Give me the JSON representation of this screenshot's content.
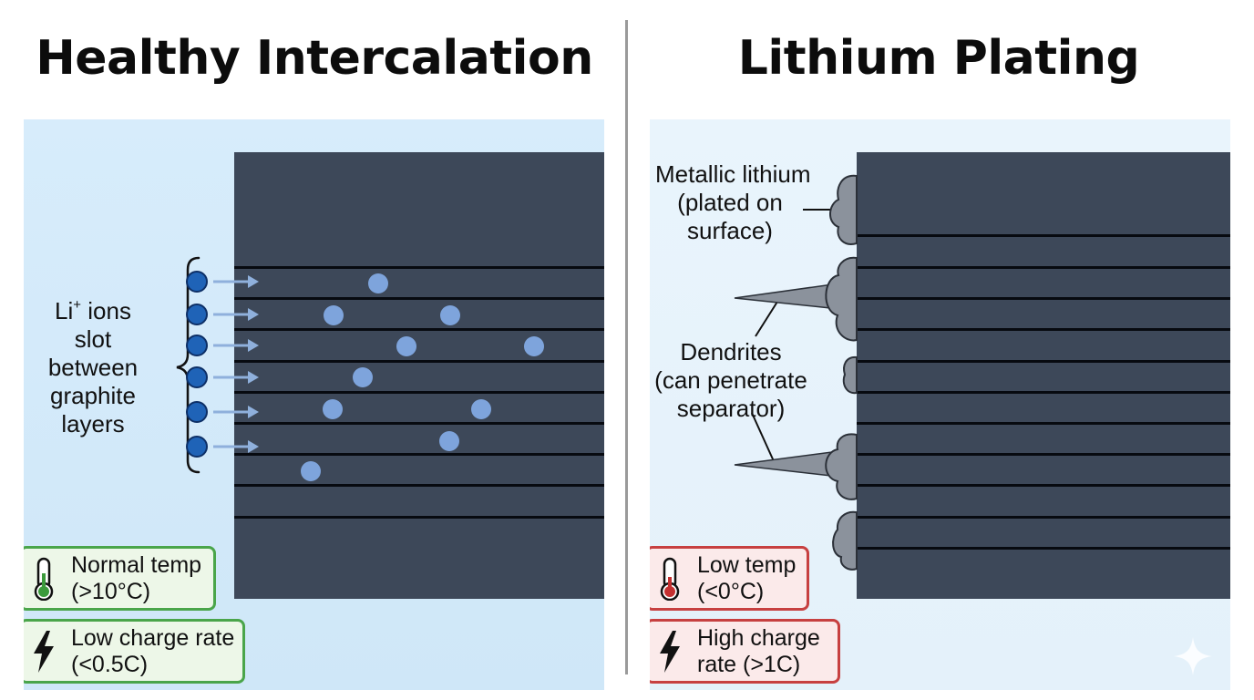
{
  "left": {
    "title": "Healthy Intercalation",
    "annotation": {
      "lines": [
        "Li",
        "ions",
        "slot",
        "between",
        "graphite",
        "layers"
      ],
      "superscript": "+"
    },
    "conditions": [
      {
        "id": "temp",
        "icon": "thermometer-icon",
        "line1": "Normal temp",
        "line2": "(>10°C)",
        "color": "#4aa54a"
      },
      {
        "id": "rate",
        "icon": "lightning-bolt-icon",
        "line1": "Low charge rate",
        "line2": "(<0.5C)",
        "color": "#4aa54a"
      }
    ],
    "incoming_ion_count": 6,
    "intercalated_ion_count": 10
  },
  "right": {
    "title": "Lithium Plating",
    "annotations": {
      "metallic": [
        "Metallic lithium",
        "(plated on",
        "surface)"
      ],
      "dendrites": [
        "Dendrites",
        "(can penetrate",
        "separator)"
      ]
    },
    "conditions": [
      {
        "id": "temp",
        "icon": "thermometer-icon",
        "line1": "Low temp",
        "line2": "(<0°C)",
        "color": "#c74040"
      },
      {
        "id": "rate",
        "icon": "lightning-bolt-icon",
        "line1": "High charge",
        "line2": "rate (>1C)",
        "color": "#c74040"
      }
    ]
  },
  "colors": {
    "graphite": "#3d4859",
    "layer_line": "#070a10",
    "incoming_ion": "#1f63b7",
    "intercalated_ion": "#7ea4dc",
    "plated_lithium": "#8b929c",
    "healthy_border": "#4aa54a",
    "plating_border": "#c74040"
  }
}
